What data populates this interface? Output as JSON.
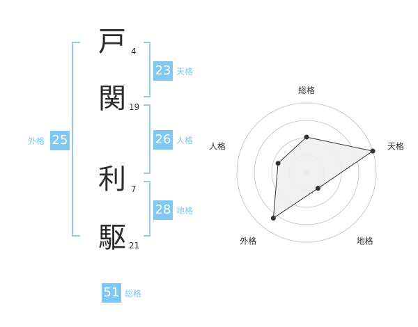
{
  "characters": [
    {
      "char": "戸",
      "strokes": "4"
    },
    {
      "char": "関",
      "strokes": "19"
    },
    {
      "char": "利",
      "strokes": "7"
    },
    {
      "char": "駆",
      "strokes": "21"
    }
  ],
  "fortunes": {
    "tenkaku": {
      "value": "23",
      "label": "天格"
    },
    "jinkaku": {
      "value": "26",
      "label": "人格"
    },
    "chikaku": {
      "value": "28",
      "label": "地格"
    },
    "gaikaku": {
      "value": "25",
      "label": "外格"
    },
    "soukaku": {
      "value": "51",
      "label": "総格"
    }
  },
  "colors": {
    "accent": "#7ec8f2",
    "bracket": "#8ecbf0",
    "polygon_fill": "#f0f0f0",
    "grid": "#cccccc",
    "point": "#333333"
  },
  "chart_data": {
    "type": "radar",
    "axes": [
      "総格",
      "天格",
      "地格",
      "外格",
      "人格"
    ],
    "values": [
      0.51,
      1.0,
      0.28,
      0.81,
      0.43
    ],
    "grid_rings": 4,
    "range": [
      0,
      1
    ]
  }
}
